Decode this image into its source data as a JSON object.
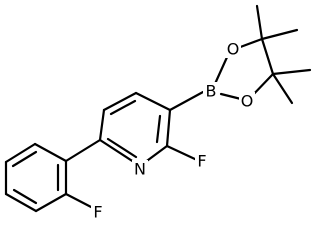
{
  "diagram": {
    "type": "chemical-structure",
    "atom_labels": {
      "boron": "B",
      "ring_oxygen_top": "O",
      "ring_oxygen_bottom": "O",
      "pyridine_nitrogen": "N",
      "pyridine_fluorine": "F",
      "phenyl_fluorine": "F"
    }
  }
}
